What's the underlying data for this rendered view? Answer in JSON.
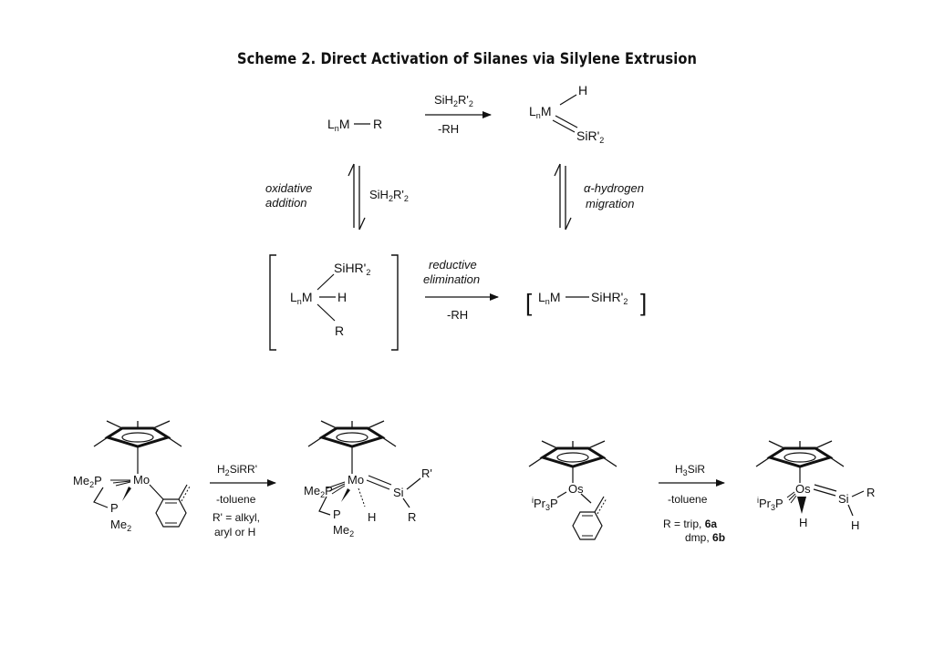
{
  "title": "Scheme 2.  Direct Activation of Silanes via Silylene Extrusion",
  "chem": {
    "L": "L",
    "n": "n",
    "M": "M",
    "R": "R",
    "H": "H",
    "Si": "Si",
    "SiR": "SiR",
    "SiHR": "SiHR",
    "SiH": "SiH",
    "prime2": "'",
    "two": "2",
    "three": "3",
    "dash_RH": "-RH",
    "prime": "R'",
    "Me": "Me",
    "P": "P",
    "Mo": "Mo",
    "Os": "Os",
    "Pr": "Pr",
    "i": "i",
    "lbracket": "[",
    "rbracket": "]"
  },
  "labels": {
    "oxidative": "oxidative",
    "addition": "addition",
    "alpha": "α",
    "hydrogen": "-hydrogen",
    "migration": "migration",
    "reductive": "reductive",
    "elimination": "elimination",
    "toluene": "-toluene",
    "h2sirr_H": "H",
    "h2sirr_rest": "SiRR'",
    "rdef1": "R' = alkyl,",
    "rdef2": "aryl or H",
    "h3sir_H": "H",
    "h3sir_rest": "SiR",
    "rtrip": "R = trip, ",
    "six_a": "6a",
    "dmp": "dmp, ",
    "six_b": "6b"
  }
}
